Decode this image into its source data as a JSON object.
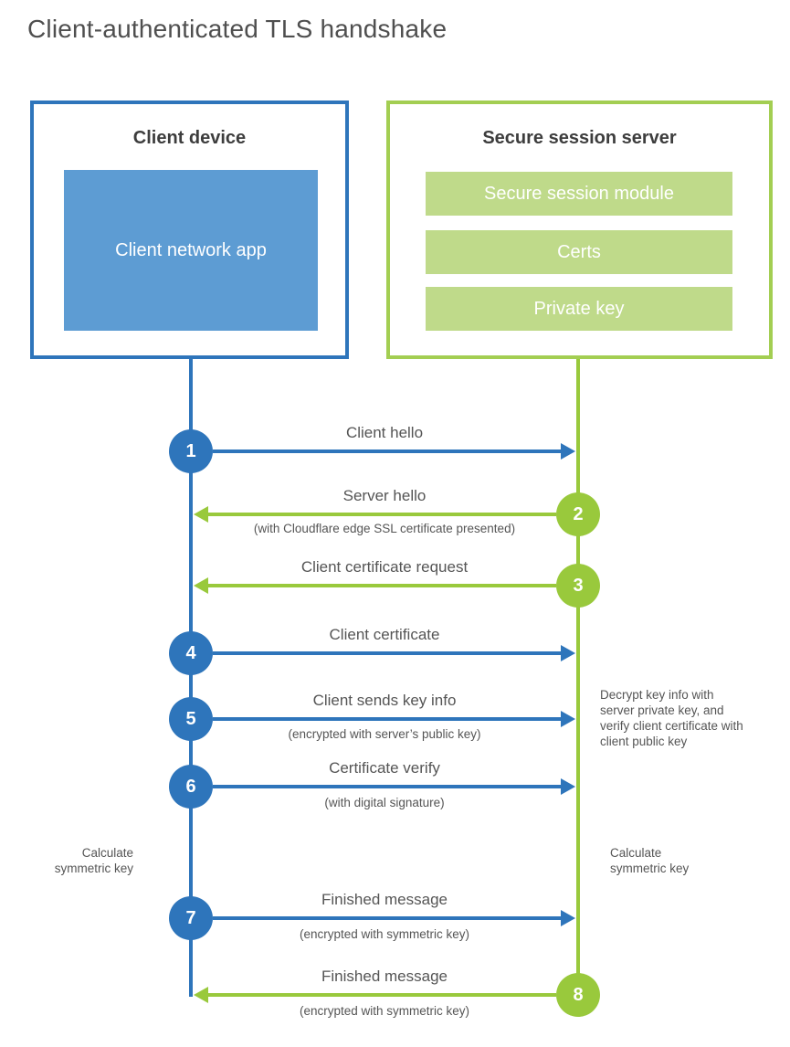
{
  "title": "Client-authenticated TLS handshake",
  "client": {
    "title": "Client device",
    "app_label": "Client network app"
  },
  "server": {
    "title": "Secure session server",
    "modules": [
      "Secure session module",
      "Certs",
      "Private key"
    ]
  },
  "steps": [
    {
      "num": "1",
      "from": "client",
      "direction": "right",
      "label": "Client hello",
      "sublabel": ""
    },
    {
      "num": "2",
      "from": "server",
      "direction": "left",
      "label": "Server hello",
      "sublabel": "(with Cloudflare edge SSL certificate presented)"
    },
    {
      "num": "3",
      "from": "server",
      "direction": "left",
      "label": "Client certificate request",
      "sublabel": ""
    },
    {
      "num": "4",
      "from": "client",
      "direction": "right",
      "label": "Client certificate",
      "sublabel": ""
    },
    {
      "num": "5",
      "from": "client",
      "direction": "right",
      "label": "Client sends key info",
      "sublabel": "(encrypted with server’s public key)"
    },
    {
      "num": "6",
      "from": "client",
      "direction": "right",
      "label": "Certificate verify",
      "sublabel": "(with digital signature)"
    },
    {
      "num": "7",
      "from": "client",
      "direction": "right",
      "label": "Finished message",
      "sublabel": "(encrypted with symmetric key)"
    },
    {
      "num": "8",
      "from": "server",
      "direction": "left",
      "label": "Finished message",
      "sublabel": "(encrypted with symmetric key)"
    }
  ],
  "annotations": {
    "decrypt_note": "Decrypt key info with server private key, and verify client certificate with client public key",
    "calc_left": "Calculate symmetric key",
    "calc_right": "Calculate symmetric key"
  },
  "colors": {
    "blue": "#2E75BB",
    "light_blue": "#5D9CD3",
    "green": "#99C93C",
    "green_border": "#A3CE52",
    "light_green": "#BFDA8A"
  }
}
